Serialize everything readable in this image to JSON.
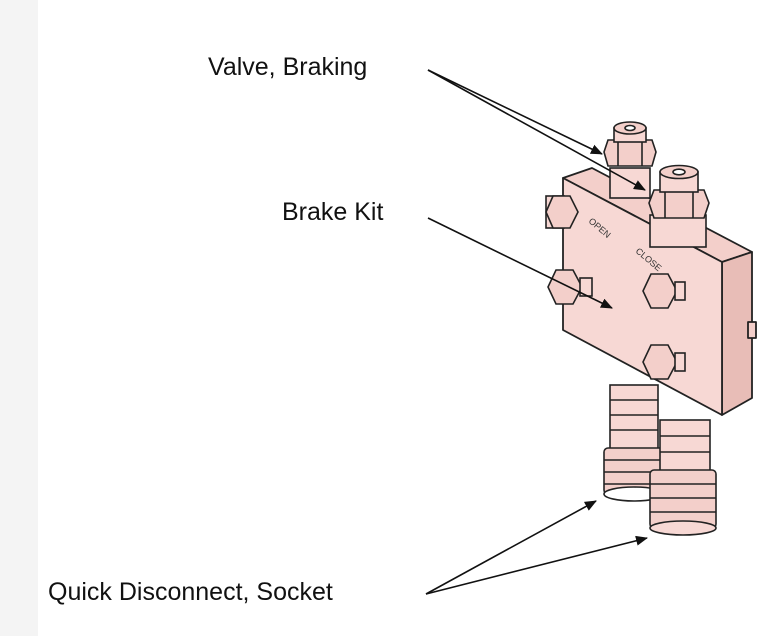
{
  "labels": {
    "valve_braking": "Valve, Braking",
    "brake_kit": "Brake Kit",
    "quick_disconnect_socket": "Quick Disconnect, Socket"
  },
  "body_markings": {
    "port_a": "OPEN",
    "port_b": "CLOSE"
  },
  "colors": {
    "part_fill": "#f7d8d4",
    "part_shade": "#e8bdb7",
    "part_dark": "#d4a39c",
    "outline": "#222222",
    "leader": "#111111"
  }
}
